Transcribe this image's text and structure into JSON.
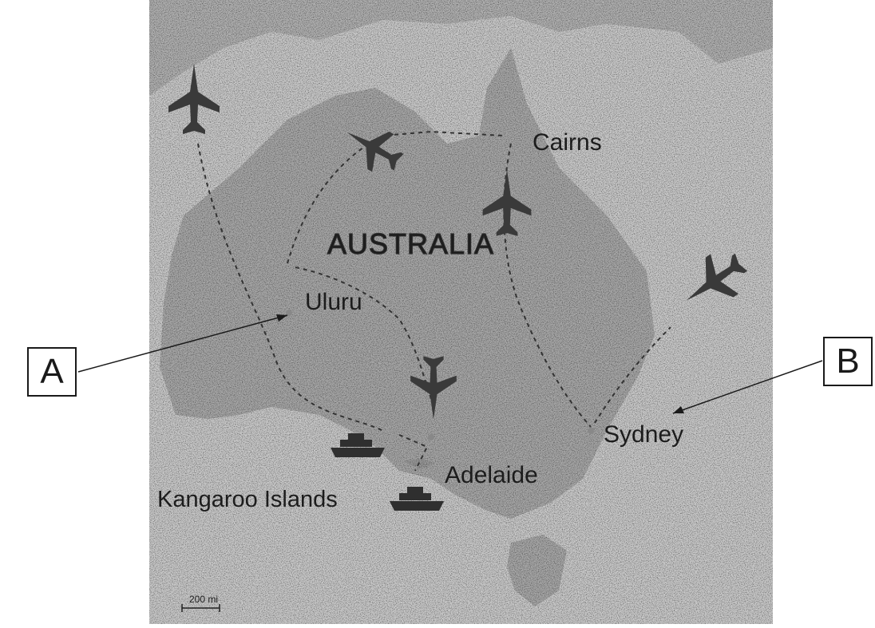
{
  "map": {
    "country_label": "AUSTRALIA",
    "scale_label": "200 mi",
    "places": [
      {
        "id": "cairns",
        "name": "Cairns"
      },
      {
        "id": "uluru",
        "name": "Uluru"
      },
      {
        "id": "sydney",
        "name": "Sydney"
      },
      {
        "id": "adelaide",
        "name": "Adelaide"
      },
      {
        "id": "kangaroo",
        "name": "Kangaroo Islands"
      }
    ],
    "icons": [
      "plane-icon",
      "ship-icon",
      "route-line"
    ]
  },
  "callouts": {
    "a": {
      "letter": "A"
    },
    "b": {
      "letter": "B"
    }
  },
  "colors": {
    "map_background": "#bdbdbd",
    "land": "#9a9a9a",
    "ink": "#1c1c1c",
    "route": "#333333"
  }
}
